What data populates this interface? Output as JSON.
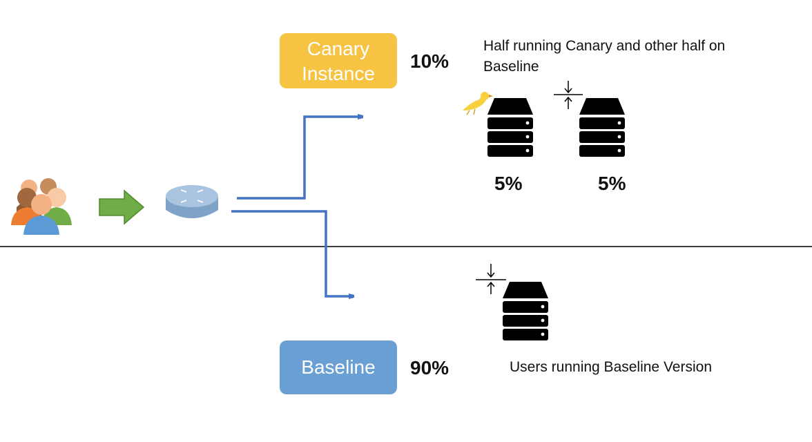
{
  "canary": {
    "label": "Canary Instance",
    "percent": "10%",
    "description": "Half running Canary and other half on Baseline",
    "server_canary_percent": "5%",
    "server_baseline_percent": "5%"
  },
  "baseline": {
    "label": "Baseline",
    "percent": "90%",
    "description": "Users running Baseline Version"
  },
  "colors": {
    "canary": "#f6c343",
    "baseline": "#6a9fd4",
    "flow_arrow": "#4472c4",
    "users_arrow": "#70ad47",
    "router": "#9dbbd9",
    "server": "#000000",
    "divider": "#000000"
  },
  "icons": [
    "users-group-icon",
    "arrow-right-icon",
    "router-icon",
    "canary-bird-icon",
    "server-icon",
    "version-marker-icon"
  ]
}
